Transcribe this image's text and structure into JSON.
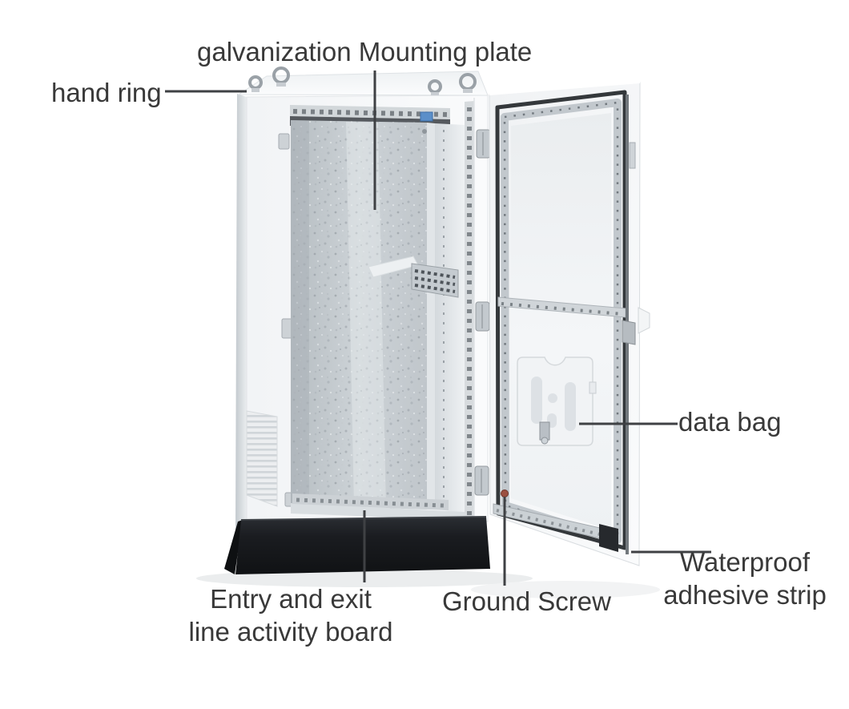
{
  "figure": {
    "kind": "annotated product diagram",
    "subject": "floor-standing electrical enclosure cabinet with open right door",
    "background_color": "#ffffff"
  },
  "annotations": {
    "mounting_plate": {
      "label": "galvanization Mounting plate"
    },
    "hand_ring": {
      "label": "hand ring"
    },
    "data_bag": {
      "label": "data bag"
    },
    "waterproof_strip": {
      "line1": "Waterproof",
      "line2": "adhesive strip"
    },
    "ground_screw": {
      "label": "Ground Screw"
    },
    "entry_exit_board": {
      "line1": "Entry and exit",
      "line2": "line activity board"
    }
  },
  "style": {
    "text_color": "#393939",
    "leader_line_color": "#3f4144",
    "cabinet_white": "#f7f9fa",
    "galvanized_gray": "#c2c8cd",
    "interior_wall_gray": "#dfe3e7",
    "gasket_black": "#34383b",
    "base_black": "#17191c",
    "clamp_blue": "#5b8fc9",
    "ground_screw_red": "#9b4f40"
  }
}
